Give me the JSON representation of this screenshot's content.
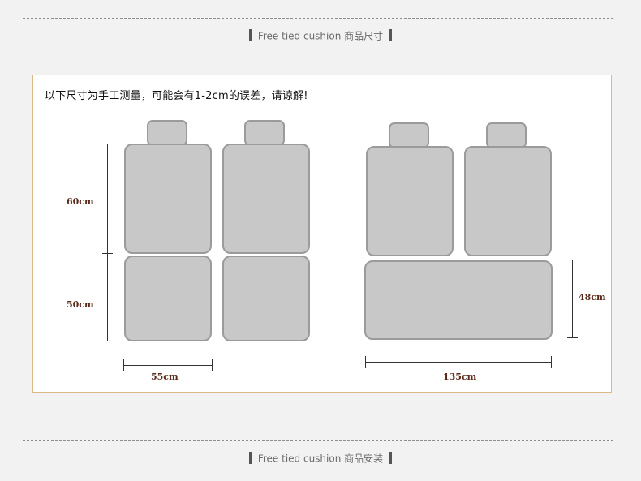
{
  "top_header": {
    "text": "Free tied cushion 商品尺寸"
  },
  "panel": {
    "note": "以下尺寸为手工测量，可能会有1-2cm的误差，请谅解!"
  },
  "dimensions": {
    "left_top_height": "60cm",
    "left_bottom_height": "50cm",
    "left_width": "55cm",
    "right_width": "135cm",
    "right_bench_height": "48cm"
  },
  "bottom_header": {
    "text": "Free tied cushion 商品安装"
  },
  "colors": {
    "cushion_fill": "#c8c8c8",
    "cushion_border": "#9b9b9b",
    "panel_border": "#d9b98a",
    "dimension_text": "#5a2a1a"
  }
}
